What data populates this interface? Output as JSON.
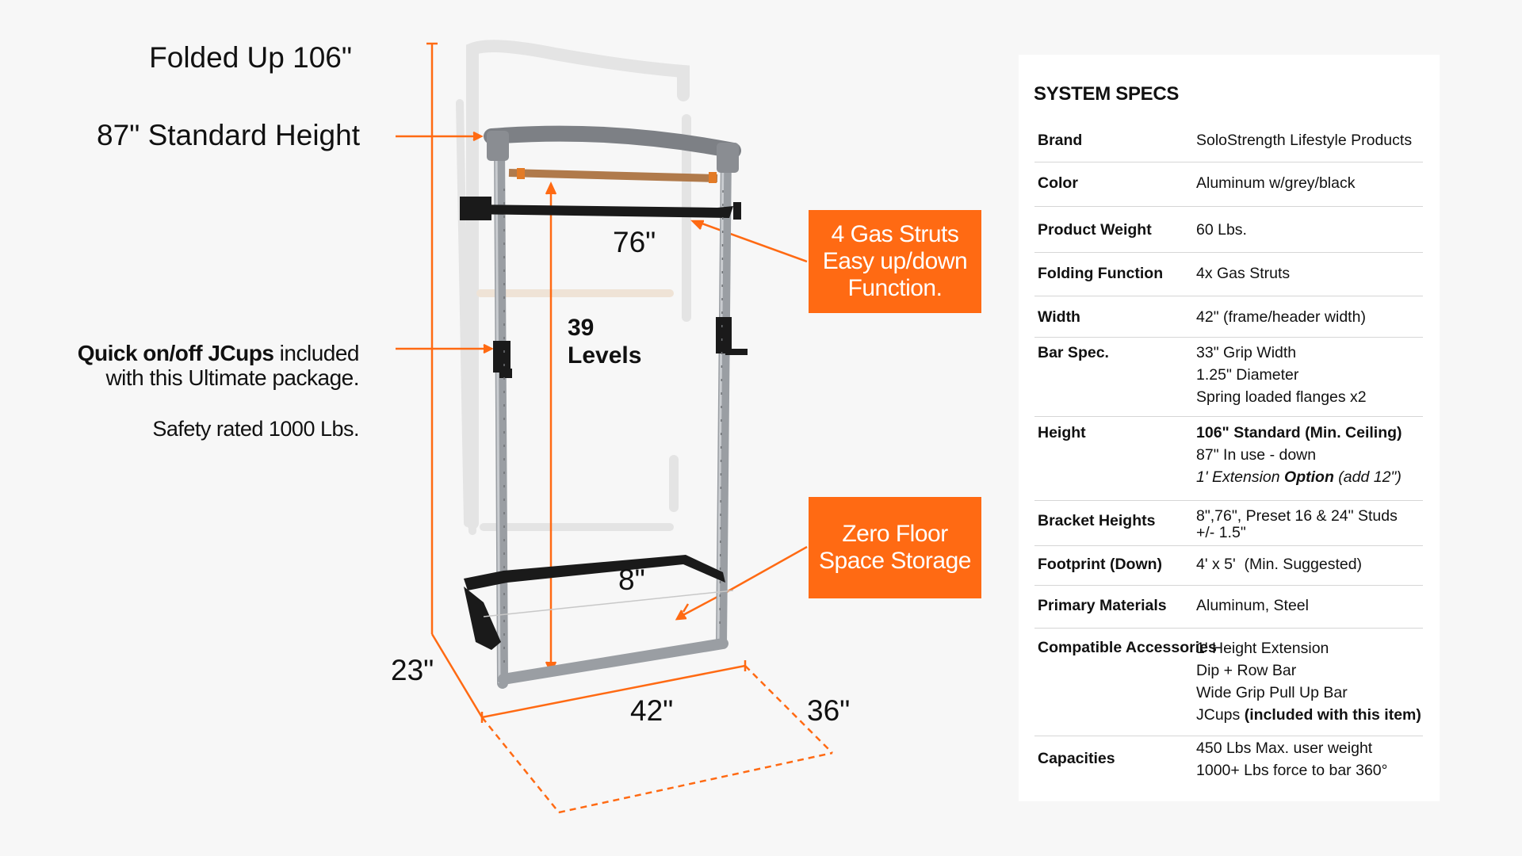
{
  "callouts": {
    "folded_up": "Folded Up 106\"",
    "standard_height": "87\" Standard Height",
    "jcups_bold": "Quick on/off JCups",
    "jcups_rest1": " included",
    "jcups_line2": "with this Ultimate package.",
    "safety": "Safety rated 1000 Lbs."
  },
  "dimensions": {
    "upper_bracket": "76\"",
    "lower_bracket": "8\"",
    "depth_vertical": "23\"",
    "width": "42\"",
    "depth": "36\"",
    "levels_number": "39",
    "levels_word": "Levels"
  },
  "boxes": {
    "struts_line1": "4 Gas Struts",
    "struts_line2": "Easy up/down",
    "struts_line3": "Function.",
    "floor_line1": "Zero Floor",
    "floor_line2": "Space Storage"
  },
  "colors": {
    "accent": "#ff6a13",
    "frame": "#9a9ea3",
    "bracket": "#1a1a1a"
  },
  "specs": {
    "title": "SYSTEM SPECS",
    "rows": [
      {
        "label": "Brand",
        "values": [
          "SoloStrength Lifestyle Products"
        ]
      },
      {
        "label": "Color",
        "values": [
          "Aluminum w/grey/black"
        ]
      },
      {
        "label": "Product Weight",
        "values": [
          "60 Lbs."
        ]
      },
      {
        "label": "Folding Function",
        "values": [
          "4x Gas Struts"
        ]
      },
      {
        "label": "Width",
        "values": [
          "42\" (frame/header width)"
        ]
      },
      {
        "label": "Bar Spec.",
        "values": [
          "33\" Grip Width",
          "1.25\" Diameter",
          "Spring loaded flanges x2"
        ]
      },
      {
        "label": "Height",
        "values": [
          "106\" Standard (Min. Ceiling)",
          "87\" In use - down"
        ],
        "ext_a": "1' Extension ",
        "ext_b": "Option",
        "ext_c": " (add 12\")"
      },
      {
        "label": "Bracket Heights",
        "values": [
          "8\",76\", Preset 16 & 24\" Studs",
          "+/- 1.5\""
        ]
      },
      {
        "label": "Footprint (Down)",
        "values": [
          "4' x 5'  (Min. Suggested)"
        ]
      },
      {
        "label": "Primary Materials",
        "values": [
          "Aluminum, Steel"
        ]
      },
      {
        "label_lines": [
          "Compatible",
          "Accessories"
        ],
        "values": [
          "1' Height Extension",
          "Dip + Row Bar",
          "Wide Grip Pull Up Bar"
        ],
        "jcups_a": "JCups ",
        "jcups_b": "(included with this item)"
      },
      {
        "label": "Capacities",
        "values": [
          "450 Lbs Max. user weight",
          "1000+ Lbs force to bar 360°"
        ]
      }
    ]
  }
}
